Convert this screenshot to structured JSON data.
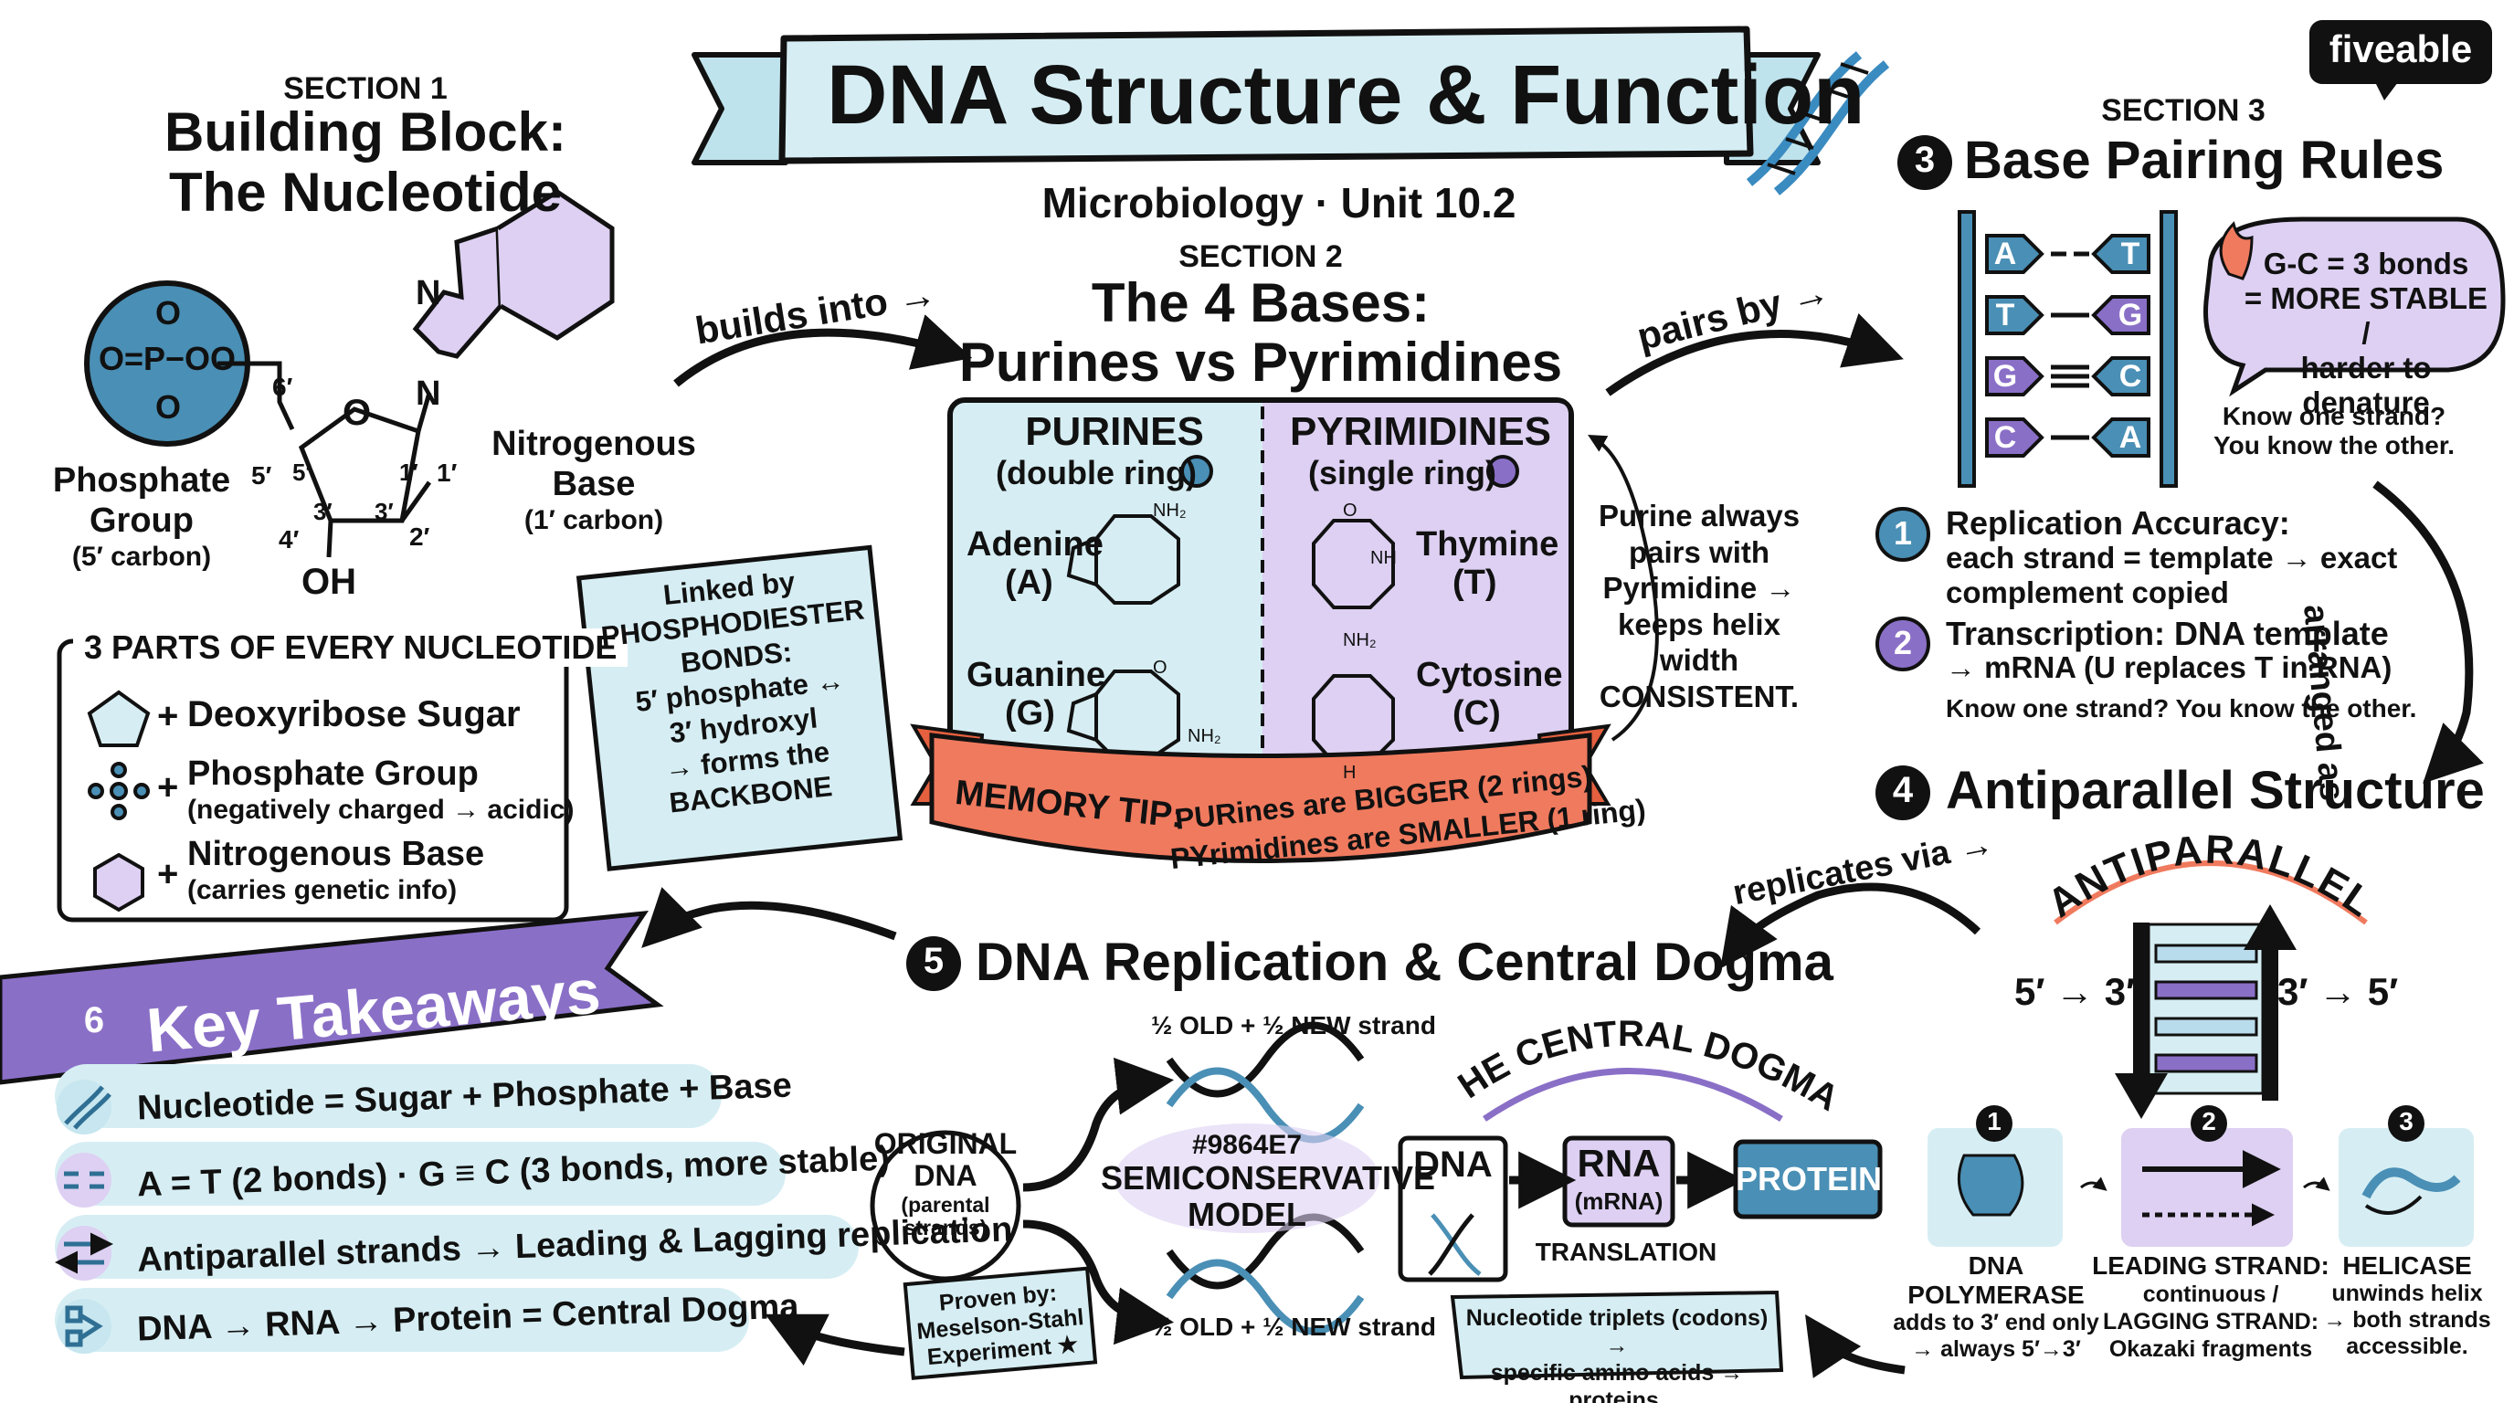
{
  "brand": {
    "name": "fiveable"
  },
  "header": {
    "title": "DNA Structure & Function",
    "subtitle": "Microbiology · Unit 10.2"
  },
  "colors": {
    "blue": "#4a8fb5",
    "light_blue": "#d6eef3",
    "purple": "#8a6fc7",
    "light_purple": "#ddd0f2",
    "coral": "#f07a5e",
    "dark": "#1b1b1b"
  },
  "section1": {
    "kicker": "SECTION 1",
    "title": "Building Block:\nThe Nucleotide",
    "phosphate_label": "Phosphate\nGroup",
    "phosphate_note": "(5′ carbon)",
    "base_label": "Nitrogenous\nBase",
    "base_note": "(1′ carbon)",
    "oh": "OH",
    "atoms": {
      "o": "O",
      "n": "N",
      "p": "O=P−O",
      "c6": "6′",
      "c5": "5′",
      "c4": "4′",
      "c3": "3′",
      "c2": "2′",
      "c1": "1′"
    },
    "parts_title": "3 PARTS OF EVERY NUCLEOTIDE",
    "parts": [
      {
        "icon": "pentagon",
        "text": "Deoxyribose Sugar",
        "note": ""
      },
      {
        "icon": "molecule",
        "text": "Phosphate Group",
        "note": "(negatively charged → acidic)"
      },
      {
        "icon": "hexagon",
        "text": "Nitrogenous Base",
        "note": "(carries genetic info)"
      }
    ],
    "plus": "+",
    "linked_note": "Linked by\nPHOSPHODIESTER\nBONDS:\n5′ phosphate ↔\n3′ hydroxyl\n→ forms the\nBACKBONE"
  },
  "arrows": {
    "builds_into": "builds into →",
    "pairs_by": "pairs by →",
    "arranged_as": "arranged as",
    "replicates_via": "replicates via →"
  },
  "section2": {
    "kicker": "SECTION 2",
    "title": "The 4 Bases:\nPurines vs Pyrimidines",
    "purines_title": "PURINES",
    "purines_note": "(double ring)",
    "pyrimidines_title": "PYRIMIDINES",
    "pyrimidines_note": "(single ring)",
    "bases": [
      {
        "name": "Adenine",
        "abbr": "(A)"
      },
      {
        "name": "Guanine",
        "abbr": "(G)"
      },
      {
        "name": "Thymine",
        "abbr": "(T)"
      },
      {
        "name": "Cytosine",
        "abbr": "(C)"
      }
    ],
    "chem": {
      "nh2": "NH₂",
      "o": "O",
      "n": "N",
      "nh": "NH",
      "h": "H"
    },
    "side_note": "Purine always\npairs with\nPyrimidine →\nkeeps helix width\nCONSISTENT.",
    "memory_label": "MEMORY TIP:",
    "memory_line1": "PURines are BIGGER (2 rings)",
    "memory_line2": "PYrimidines are SMALLER (1 ring)"
  },
  "section3": {
    "kicker": "SECTION 3",
    "number": "3",
    "title": "Base Pairing Rules",
    "pairs": [
      {
        "left": "A",
        "right": "T"
      },
      {
        "left": "T",
        "right": "G"
      },
      {
        "left": "G",
        "right": "C"
      },
      {
        "left": "C",
        "right": "A"
      }
    ],
    "bubble": "G-C = 3 bonds\n= MORE STABLE /\nharder to denature",
    "know_note": "Know one strand?\nYou know the other.",
    "points": [
      {
        "num": "1",
        "title": "Replication Accuracy:",
        "text": "each strand = template → exact\ncomplement copied"
      },
      {
        "num": "2",
        "title": "Transcription: DNA template",
        "text": "→ mRNA (U replaces T in RNA)"
      }
    ],
    "footer": "Know one strand? You know the other."
  },
  "section4": {
    "number": "4",
    "title": "Antiparallel Structure",
    "arc_label": "ANTIPARALLEL",
    "left_dir": "5′ → 3′",
    "right_dir": "3′ → 5′",
    "steps": [
      {
        "num": "1",
        "label": "DNA\nPOLYMERASE",
        "note": "adds to 3′ end only\n→ always 5′→3′"
      },
      {
        "num": "2",
        "label": "LEADING STRAND:",
        "note": "continuous /\nLAGGING STRAND:\nOkazaki fragments"
      },
      {
        "num": "3",
        "label": "HELICASE",
        "note": "unwinds helix\n→ both strands\naccessible."
      }
    ]
  },
  "section5": {
    "number": "5",
    "title": "DNA Replication & Central Dogma",
    "original": "ORIGINAL\nDNA",
    "original_note": "(parental\nstrands)",
    "half_top": "½ OLD + ½ NEW strand",
    "half_bottom": "½ OLD + ½ NEW strand",
    "model_code": "#9864E7",
    "model": "SEMICONSERVATIVE\nMODEL",
    "proven": "Proven by:\nMeselson-Stahl\nExperiment ★",
    "dogma_arc": "THE CENTRAL DOGMA",
    "dna": "DNA",
    "rna": "RNA",
    "rna_note": "(mRNA)",
    "protein": "PROTEIN",
    "translation": "TRANSLATION",
    "codon_note": "Nucleotide triplets (codons) →\nspecific amino acids → proteins."
  },
  "section6": {
    "number": "6",
    "title": "Key Takeaways",
    "items": [
      {
        "icon": "helix",
        "text": "Nucleotide = Sugar + Phosphate + Base"
      },
      {
        "icon": "bonds",
        "text": "A = T (2 bonds) · G ≡ C (3 bonds, more stable)"
      },
      {
        "icon": "swap",
        "text": "Antiparallel strands → Leading & Lagging replication"
      },
      {
        "icon": "flow",
        "text": "DNA → RNA → Protein = Central Dogma"
      }
    ]
  }
}
